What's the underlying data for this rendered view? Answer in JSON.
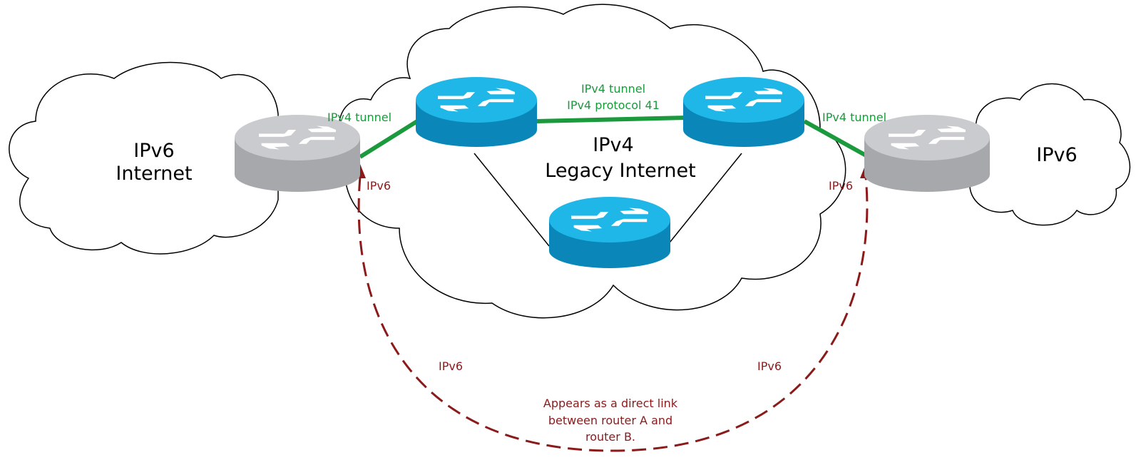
{
  "colors": {
    "tunnel": "#1a9a3c",
    "ipv6_path": "#8b1a1a",
    "router_gray_top": "#c9cbce",
    "router_gray_side": "#a6a8ab",
    "router_blue_top": "#1fb6e8",
    "router_blue_side": "#0a86b8",
    "cloud_stroke": "#000000"
  },
  "clouds": {
    "left": {
      "line1": "IPv6",
      "line2": "Internet"
    },
    "center": {
      "line1": "IPv4",
      "line2": "Legacy Internet"
    },
    "right": {
      "line1": "IPv6"
    }
  },
  "tunnels": {
    "left": "IPv4 tunnel",
    "middle_line1": "IPv4 tunnel",
    "middle_line2": "IPv4 protocol  41",
    "right": "IPv4 tunnel"
  },
  "ipv6_labels": {
    "near_router_a": "IPv6",
    "near_router_b": "IPv6",
    "arc_left": "IPv6",
    "arc_right": "IPv6"
  },
  "annotation": {
    "line1": "Appears as a direct link",
    "line2": "between router A and",
    "line3": "router B."
  },
  "icons": {
    "edge_router": "router-gray-icon",
    "core_router": "router-blue-icon"
  }
}
